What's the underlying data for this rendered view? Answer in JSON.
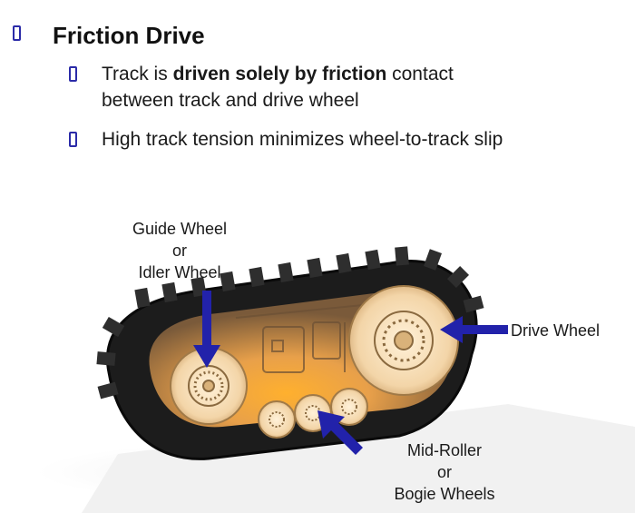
{
  "slide": {
    "title": "Friction Drive",
    "bullets": [
      {
        "pre": "Track is ",
        "bold": "driven solely by friction",
        "post": " contact",
        "line2": "between track and drive wheel"
      },
      {
        "text": "High track tension minimizes wheel-to-track slip"
      }
    ]
  },
  "diagram": {
    "labels": {
      "guide_1": "Guide Wheel",
      "guide_2": "or",
      "guide_3": "Idler Wheel",
      "drive": "Drive Wheel",
      "mid_1": "Mid-Roller",
      "mid_2": "or",
      "mid_3": "Bogie Wheels"
    },
    "arrow_color": "#2222aa",
    "glow_color": "#f5a623",
    "track_color": "#1a1a1a"
  }
}
